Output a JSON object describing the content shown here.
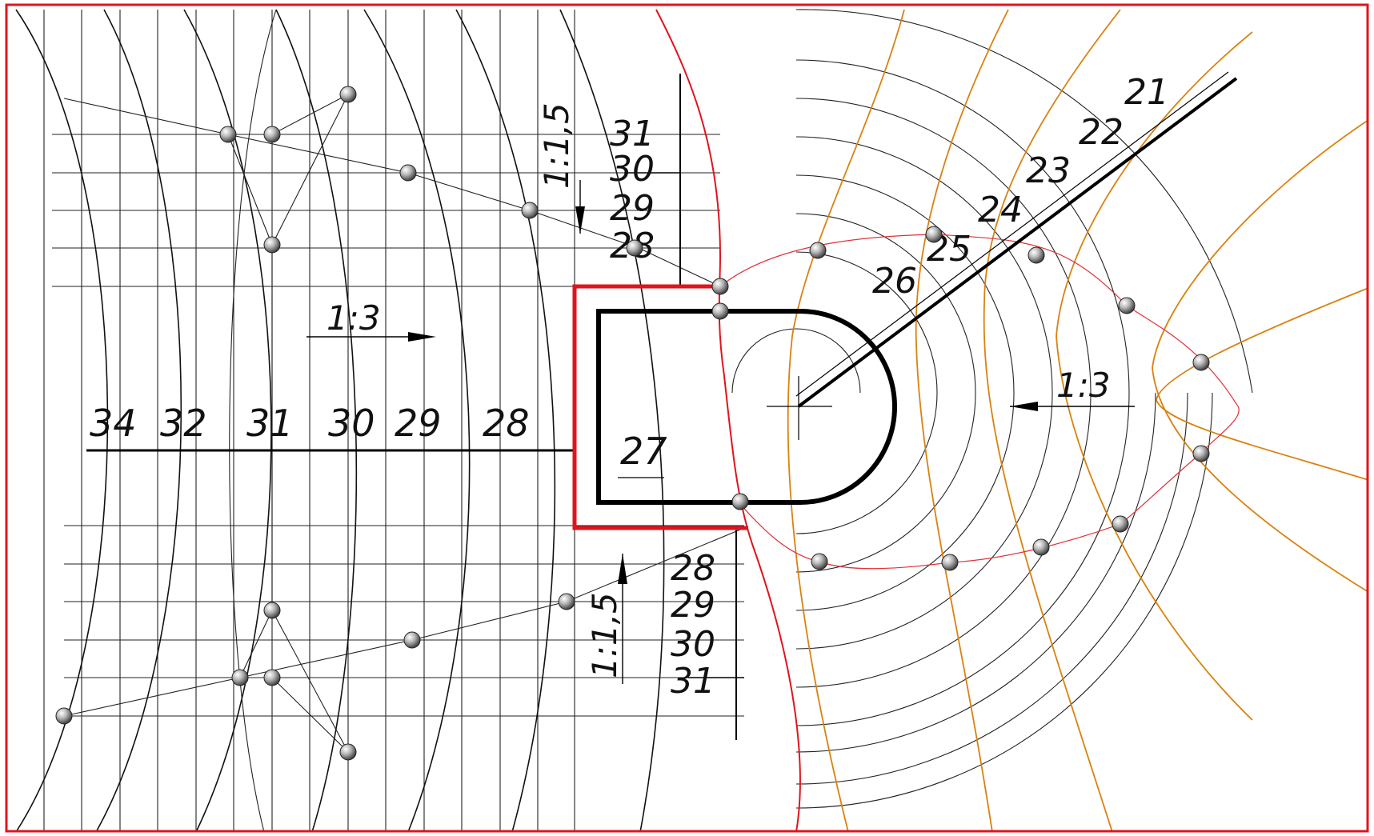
{
  "left_contour_labels": [
    "34",
    "32",
    "31",
    "30",
    "29",
    "28"
  ],
  "platform_elevation": "27",
  "top_slope_labels": [
    "31",
    "30",
    "29",
    "28"
  ],
  "bottom_slope_labels": [
    "28",
    "29",
    "30",
    "31"
  ],
  "right_contour_labels": [
    "21",
    "22",
    "23",
    "24",
    "25",
    "26"
  ],
  "slope_ratios": {
    "left_fill": "1:3",
    "right_cut": "1:3",
    "top_embankment": "1:1,5",
    "bottom_embankment": "1:1,5"
  },
  "colors": {
    "border": "#e0141e",
    "design_contours": "#d9820f",
    "zero_work_line": "#e0303a",
    "platform_outline": "#000000"
  },
  "icons": {
    "intersection_point": "sphere-marker",
    "slope_direction": "arrow"
  }
}
